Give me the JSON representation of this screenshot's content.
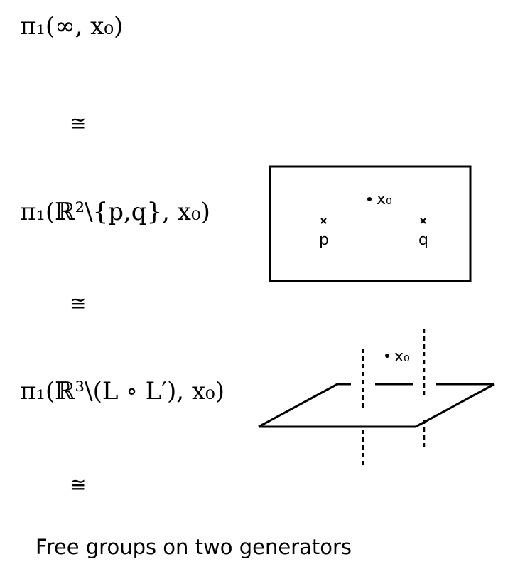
{
  "equations": {
    "eq1": "π₁(∞, x₀)",
    "eq2": "π₁(ℝ²\\{p,q}, x₀)",
    "eq3": "π₁(ℝ³\\(L ∘ L′), x₀)"
  },
  "iso_symbol": "≅",
  "caption": "Free groups on two generators",
  "figure_plane": {
    "basepoint_label": "x₀",
    "point_labels": [
      "p",
      "q"
    ]
  },
  "figure_lines": {
    "basepoint_label": "x₀"
  },
  "colors": {
    "ink": "#000000",
    "background": "#ffffff"
  }
}
